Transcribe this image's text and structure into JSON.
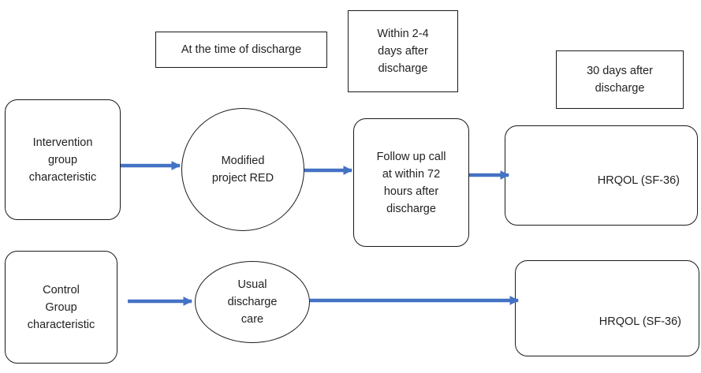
{
  "timepoints": {
    "discharge": "At the time of discharge",
    "within_2_4_days": [
      "Within 2-4",
      "days after",
      "discharge"
    ],
    "thirty_days": [
      "30 days after",
      "discharge"
    ]
  },
  "intervention": {
    "group": [
      "Intervention",
      "group",
      "characteristic"
    ],
    "program": [
      "Modified",
      "project RED"
    ],
    "followup": [
      "Follow up call",
      "at within 72",
      "hours after",
      "discharge"
    ],
    "outcome": "HRQOL (SF-36)"
  },
  "control": {
    "group": [
      "Control",
      "Group",
      "characteristic"
    ],
    "program": [
      "Usual",
      "discharge",
      "care"
    ],
    "outcome": "HRQOL (SF-36)"
  },
  "colors": {
    "arrow": "#4472c4",
    "border": "#1a1a1a"
  }
}
